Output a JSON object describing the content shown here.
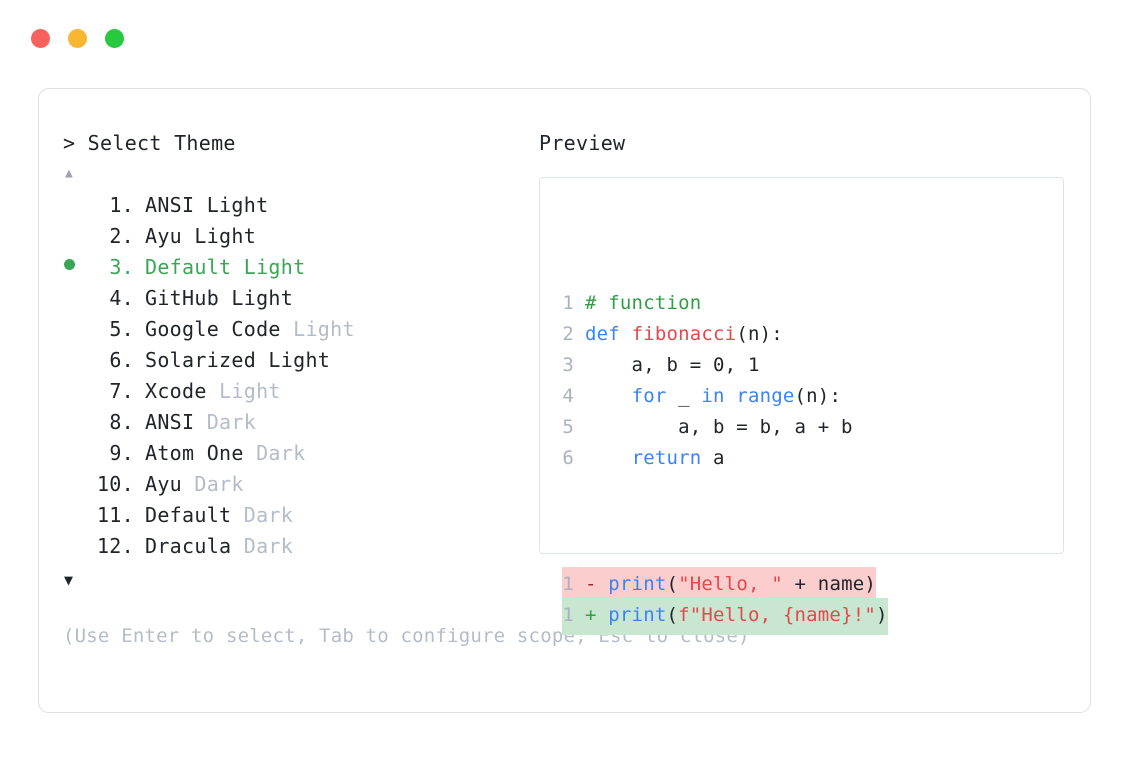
{
  "window": {
    "buttons": [
      {
        "name": "close",
        "color": "#f9615c"
      },
      {
        "name": "minimize",
        "color": "#f7b731"
      },
      {
        "name": "maximize",
        "color": "#28c840"
      }
    ]
  },
  "picker": {
    "prompt": "> Select Theme",
    "scroll_up_glyph": "▲",
    "scroll_down_glyph": "▼",
    "selected_index": 3,
    "selected_color": "#3aa655",
    "muted_color": "#b4bcca",
    "items": [
      {
        "number": "1.",
        "name": "ANSI",
        "variant": "Light",
        "variant_muted": false,
        "selected": false,
        "bullet": false
      },
      {
        "number": "2.",
        "name": "Ayu",
        "variant": "Light",
        "variant_muted": false,
        "selected": false,
        "bullet": false
      },
      {
        "number": "3.",
        "name": "Default",
        "variant": "Light",
        "variant_muted": false,
        "selected": true,
        "bullet": true
      },
      {
        "number": "4.",
        "name": "GitHub",
        "variant": "Light",
        "variant_muted": false,
        "selected": false,
        "bullet": false
      },
      {
        "number": "5.",
        "name": "Google Code",
        "variant": "Light",
        "variant_muted": true,
        "selected": false,
        "bullet": false
      },
      {
        "number": "6.",
        "name": "Solarized",
        "variant": "Light",
        "variant_muted": false,
        "selected": false,
        "bullet": false
      },
      {
        "number": "7.",
        "name": "Xcode",
        "variant": "Light",
        "variant_muted": true,
        "selected": false,
        "bullet": false
      },
      {
        "number": "8.",
        "name": "ANSI",
        "variant": "Dark",
        "variant_muted": true,
        "selected": false,
        "bullet": false
      },
      {
        "number": "9.",
        "name": "Atom One",
        "variant": "Dark",
        "variant_muted": true,
        "selected": false,
        "bullet": false
      },
      {
        "number": "10.",
        "name": "Ayu",
        "variant": "Dark",
        "variant_muted": true,
        "selected": false,
        "bullet": false
      },
      {
        "number": "11.",
        "name": "Default",
        "variant": "Dark",
        "variant_muted": true,
        "selected": false,
        "bullet": false
      },
      {
        "number": "12.",
        "name": "Dracula",
        "variant": "Dark",
        "variant_muted": true,
        "selected": false,
        "bullet": false
      }
    ],
    "hint": "(Use Enter to select, Tab to configure scope, Esc to close)"
  },
  "preview": {
    "label": "Preview",
    "code_lines": [
      {
        "number": "1",
        "tokens": [
          {
            "text": "# function",
            "type": "comment"
          }
        ]
      },
      {
        "number": "2",
        "tokens": [
          {
            "text": "def ",
            "type": "kw"
          },
          {
            "text": "fibonacci",
            "type": "fn"
          },
          {
            "text": "(n):",
            "type": "plain"
          }
        ]
      },
      {
        "number": "3",
        "tokens": [
          {
            "text": "    a, b = 0, 1",
            "type": "plain"
          }
        ]
      },
      {
        "number": "4",
        "tokens": [
          {
            "text": "    ",
            "type": "plain"
          },
          {
            "text": "for",
            "type": "kw"
          },
          {
            "text": " _ ",
            "type": "plain"
          },
          {
            "text": "in ",
            "type": "kw"
          },
          {
            "text": "range",
            "type": "builtin"
          },
          {
            "text": "(n):",
            "type": "plain"
          }
        ]
      },
      {
        "number": "5",
        "tokens": [
          {
            "text": "        a, b = b, a + b",
            "type": "plain"
          }
        ]
      },
      {
        "number": "6",
        "tokens": [
          {
            "text": "    ",
            "type": "plain"
          },
          {
            "text": "return",
            "type": "kw"
          },
          {
            "text": " a",
            "type": "plain"
          }
        ]
      }
    ],
    "diff_lines": [
      {
        "number": "1",
        "kind": "removed",
        "sign": "-",
        "background": "#fbcdcd",
        "tokens": [
          {
            "text": "print",
            "type": "builtin"
          },
          {
            "text": "(",
            "type": "plain"
          },
          {
            "text": "\"Hello, \"",
            "type": "str"
          },
          {
            "text": " + name)",
            "type": "plain"
          }
        ]
      },
      {
        "number": "1",
        "kind": "added",
        "sign": "+",
        "background": "#c8e6d0",
        "tokens": [
          {
            "text": "print",
            "type": "builtin"
          },
          {
            "text": "(",
            "type": "plain"
          },
          {
            "text": "f\"Hello, {name}!\"",
            "type": "str"
          },
          {
            "text": ")",
            "type": "plain"
          }
        ]
      }
    ]
  }
}
